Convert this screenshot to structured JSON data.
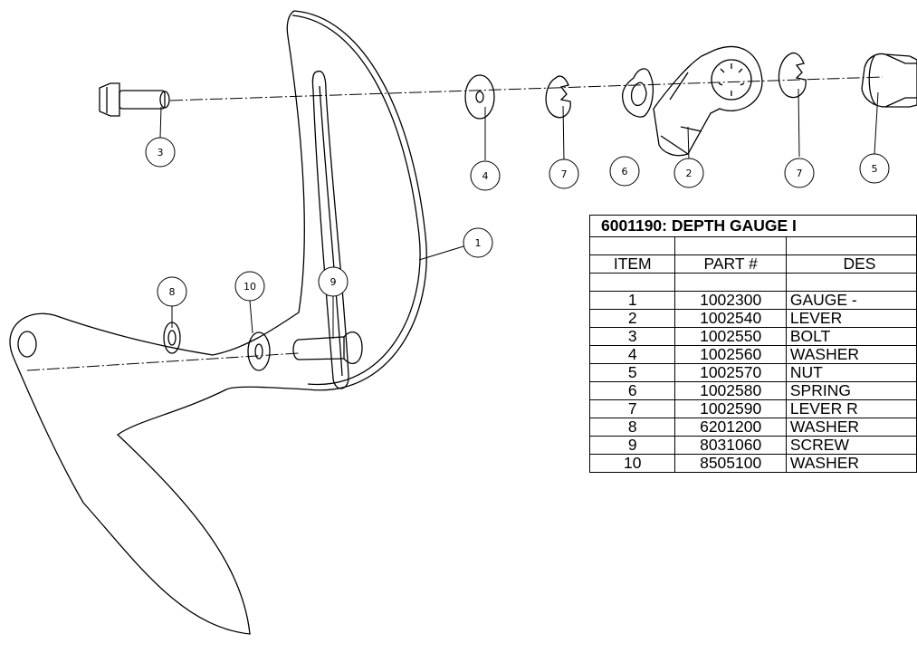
{
  "callouts": {
    "c1": "1",
    "c2": "2",
    "c3": "3",
    "c4": "4",
    "c5": "5",
    "c6": "6",
    "c7a": "7",
    "c7b": "7",
    "c8": "8",
    "c9": "9",
    "c10": "10"
  },
  "table": {
    "title": "6001190: DEPTH GAUGE I",
    "headers": {
      "item": "ITEM",
      "part": "PART #",
      "desc": "DES"
    },
    "rows": [
      {
        "item": "1",
        "part": "1002300",
        "desc": "GAUGE -"
      },
      {
        "item": "2",
        "part": "1002540",
        "desc": "LEVER"
      },
      {
        "item": "3",
        "part": "1002550",
        "desc": "BOLT"
      },
      {
        "item": "4",
        "part": "1002560",
        "desc": "WASHER"
      },
      {
        "item": "5",
        "part": "1002570",
        "desc": "NUT"
      },
      {
        "item": "6",
        "part": "1002580",
        "desc": "SPRING"
      },
      {
        "item": "7",
        "part": "1002590",
        "desc": "LEVER R"
      },
      {
        "item": "8",
        "part": "6201200",
        "desc": "WASHER"
      },
      {
        "item": "9",
        "part": "8031060",
        "desc": "SCREW"
      },
      {
        "item": "10",
        "part": "8505100",
        "desc": "WASHER"
      }
    ]
  }
}
